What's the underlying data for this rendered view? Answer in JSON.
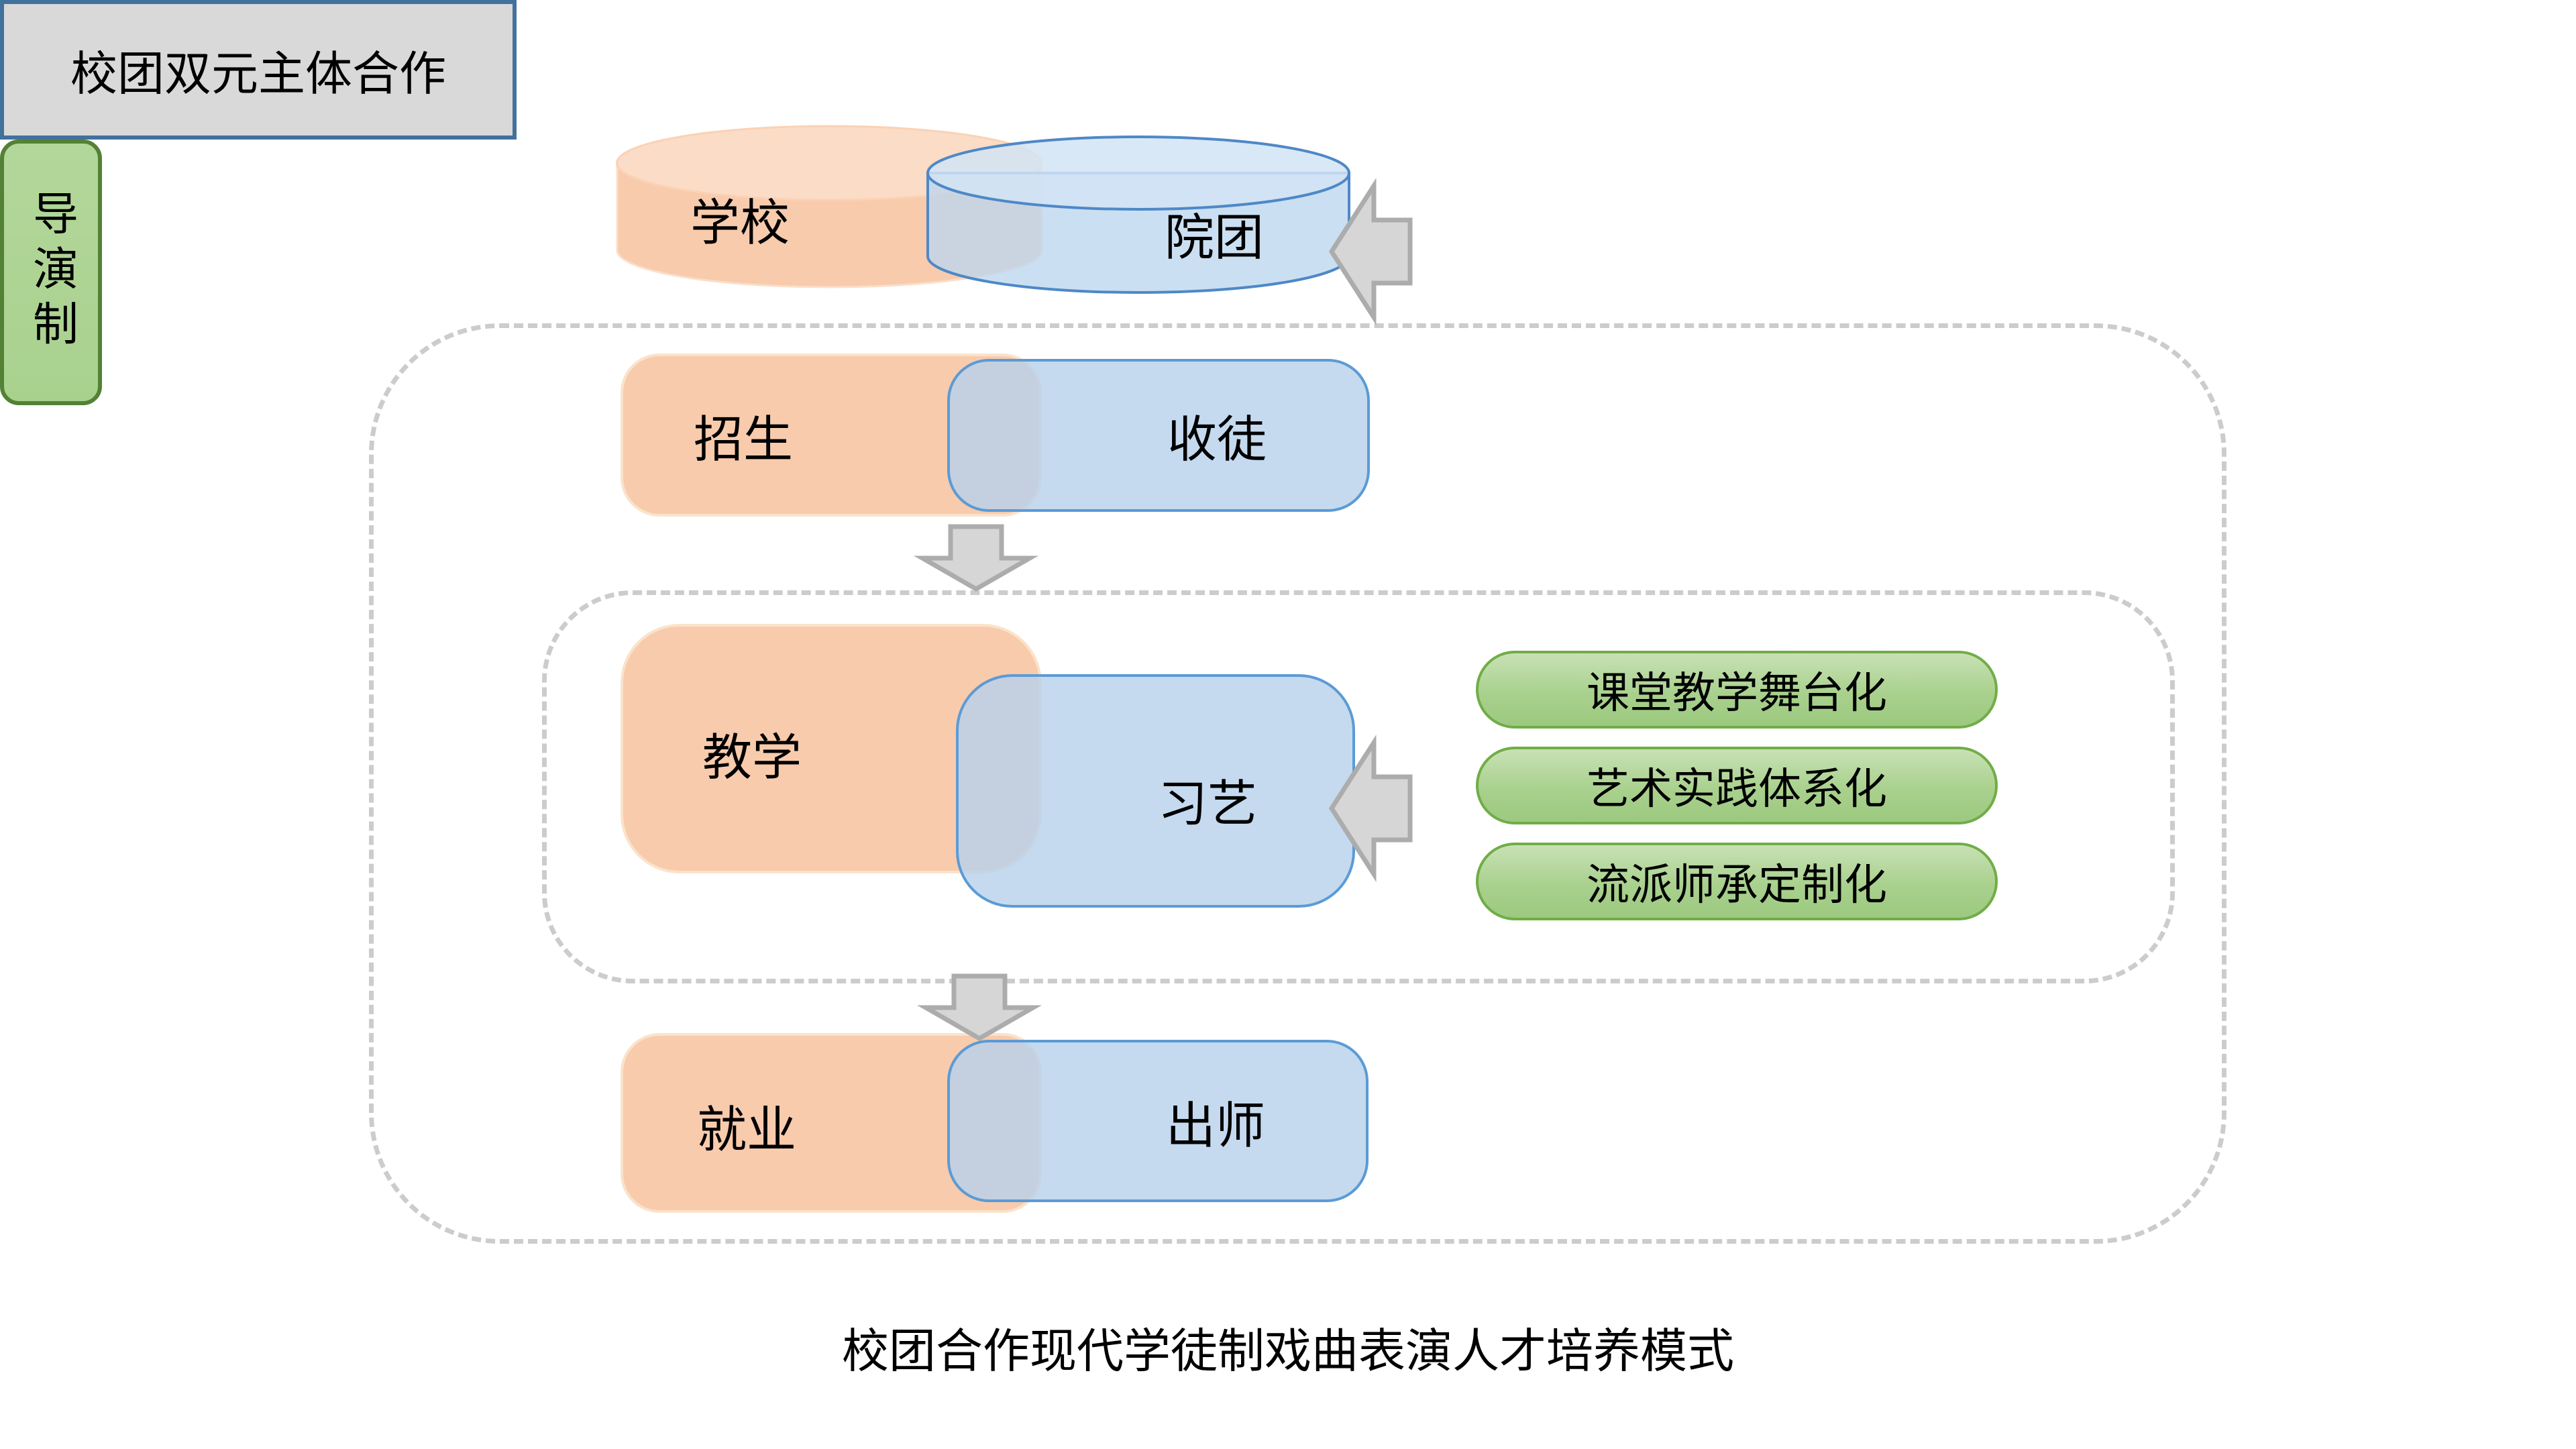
{
  "subjects": {
    "school": "学校",
    "troupe": "院团"
  },
  "cooperation_label": "校团双元主体合作",
  "stages": {
    "recruit": {
      "school": "招生",
      "troupe": "收徒"
    },
    "teach": {
      "school": "教学",
      "troupe": "习艺"
    },
    "employ": {
      "school": "就业",
      "troupe": "出师"
    }
  },
  "strategies": [
    "课堂教学舞台化",
    "艺术实践体系化",
    "流派师承定制化"
  ],
  "director_label": "导演制",
  "caption": "校团合作现代学徒制戏曲表演人才培养模式",
  "colors": {
    "orange_fill": "#F8CBAD",
    "orange_light": "#FBDCC6",
    "blue_fill": "#BDD7EE",
    "blue_border": "#5B9BD5",
    "green_fill": "#A9D18E",
    "green_border": "#70AD47",
    "green_dark_border": "#538135",
    "gray_box_fill": "#D9D9D9",
    "gray_box_border": "#41719C",
    "arrow_fill": "#D6D6D6",
    "arrow_border": "#ACACAC",
    "dash_gray": "#CCCCCC"
  }
}
